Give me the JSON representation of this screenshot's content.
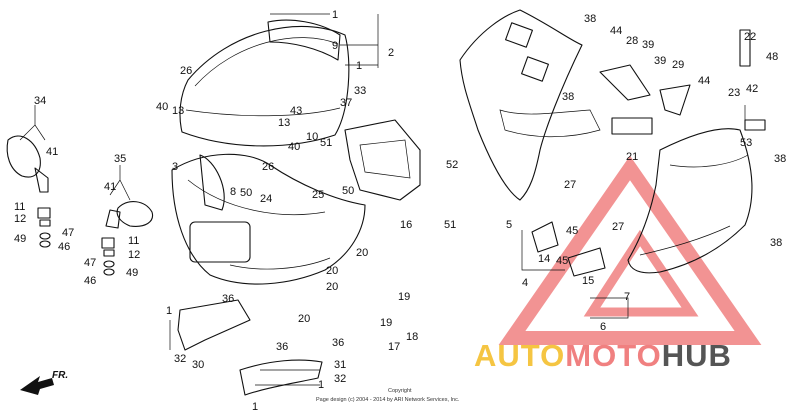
{
  "diagram": {
    "callouts": [
      {
        "id": "c1a",
        "text": "1"
      },
      {
        "id": "c9",
        "text": "9"
      },
      {
        "id": "c2",
        "text": "2"
      },
      {
        "id": "c1b",
        "text": "1"
      },
      {
        "id": "c33",
        "text": "33"
      },
      {
        "id": "c37",
        "text": "37"
      },
      {
        "id": "c43",
        "text": "43"
      },
      {
        "id": "c13a",
        "text": "13"
      },
      {
        "id": "c13b",
        "text": "13"
      },
      {
        "id": "c10",
        "text": "10"
      },
      {
        "id": "c40a",
        "text": "40"
      },
      {
        "id": "c40b",
        "text": "40"
      },
      {
        "id": "c51a",
        "text": "51"
      },
      {
        "id": "c26a",
        "text": "26"
      },
      {
        "id": "c26b",
        "text": "26"
      },
      {
        "id": "c3",
        "text": "3"
      },
      {
        "id": "c8",
        "text": "8"
      },
      {
        "id": "c50a",
        "text": "50"
      },
      {
        "id": "c24",
        "text": "24"
      },
      {
        "id": "c34",
        "text": "34"
      },
      {
        "id": "c41a",
        "text": "41"
      },
      {
        "id": "c35",
        "text": "35"
      },
      {
        "id": "c41b",
        "text": "41"
      },
      {
        "id": "c11a",
        "text": "11"
      },
      {
        "id": "c12a",
        "text": "12"
      },
      {
        "id": "c47a",
        "text": "47"
      },
      {
        "id": "c49a",
        "text": "49"
      },
      {
        "id": "c46a",
        "text": "46"
      },
      {
        "id": "c11b",
        "text": "11"
      },
      {
        "id": "c12b",
        "text": "12"
      },
      {
        "id": "c47b",
        "text": "47"
      },
      {
        "id": "c49b",
        "text": "49"
      },
      {
        "id": "c46b",
        "text": "46"
      },
      {
        "id": "c25",
        "text": "25"
      },
      {
        "id": "c50b",
        "text": "50"
      },
      {
        "id": "c20a",
        "text": "20"
      },
      {
        "id": "c20b",
        "text": "20"
      },
      {
        "id": "c20c",
        "text": "20"
      },
      {
        "id": "c20d",
        "text": "20"
      },
      {
        "id": "c16",
        "text": "16"
      },
      {
        "id": "c52",
        "text": "52"
      },
      {
        "id": "c51b",
        "text": "51"
      },
      {
        "id": "c36a",
        "text": "36"
      },
      {
        "id": "c36b",
        "text": "36"
      },
      {
        "id": "c36c",
        "text": "36"
      },
      {
        "id": "c1c",
        "text": "1"
      },
      {
        "id": "c32a",
        "text": "32"
      },
      {
        "id": "c30",
        "text": "30"
      },
      {
        "id": "c31",
        "text": "31"
      },
      {
        "id": "c32b",
        "text": "32"
      },
      {
        "id": "c1d",
        "text": "1"
      },
      {
        "id": "c1e",
        "text": "1"
      },
      {
        "id": "c19a",
        "text": "19"
      },
      {
        "id": "c19b",
        "text": "19"
      },
      {
        "id": "c18",
        "text": "18"
      },
      {
        "id": "c17",
        "text": "17"
      },
      {
        "id": "c38a",
        "text": "38"
      },
      {
        "id": "c38b",
        "text": "38"
      },
      {
        "id": "c38c",
        "text": "38"
      },
      {
        "id": "c38d",
        "text": "38"
      },
      {
        "id": "c44a",
        "text": "44"
      },
      {
        "id": "c28",
        "text": "28"
      },
      {
        "id": "c39a",
        "text": "39"
      },
      {
        "id": "c39b",
        "text": "39"
      },
      {
        "id": "c29",
        "text": "29"
      },
      {
        "id": "c22",
        "text": "22"
      },
      {
        "id": "c48",
        "text": "48"
      },
      {
        "id": "c44b",
        "text": "44"
      },
      {
        "id": "c23",
        "text": "23"
      },
      {
        "id": "c42",
        "text": "42"
      },
      {
        "id": "c53",
        "text": "53"
      },
      {
        "id": "c21",
        "text": "21"
      },
      {
        "id": "c27a",
        "text": "27"
      },
      {
        "id": "c27b",
        "text": "27"
      },
      {
        "id": "c5",
        "text": "5"
      },
      {
        "id": "c4",
        "text": "4"
      },
      {
        "id": "c14",
        "text": "14"
      },
      {
        "id": "c45a",
        "text": "45"
      },
      {
        "id": "c45b",
        "text": "45"
      },
      {
        "id": "c15",
        "text": "15"
      },
      {
        "id": "c7",
        "text": "7"
      },
      {
        "id": "c6",
        "text": "6"
      }
    ],
    "direction_label": "FR.",
    "copyright_line1": "Copyright",
    "copyright_line2": "Page design (c) 2004 - 2014 by ARI Network Services, Inc.",
    "watermark": {
      "part1": "AUTO",
      "part2": "MOTO",
      "part3": "HUB",
      "color_gold": "#f5c542",
      "color_red": "#f08080",
      "color_dark": "#555555"
    }
  }
}
